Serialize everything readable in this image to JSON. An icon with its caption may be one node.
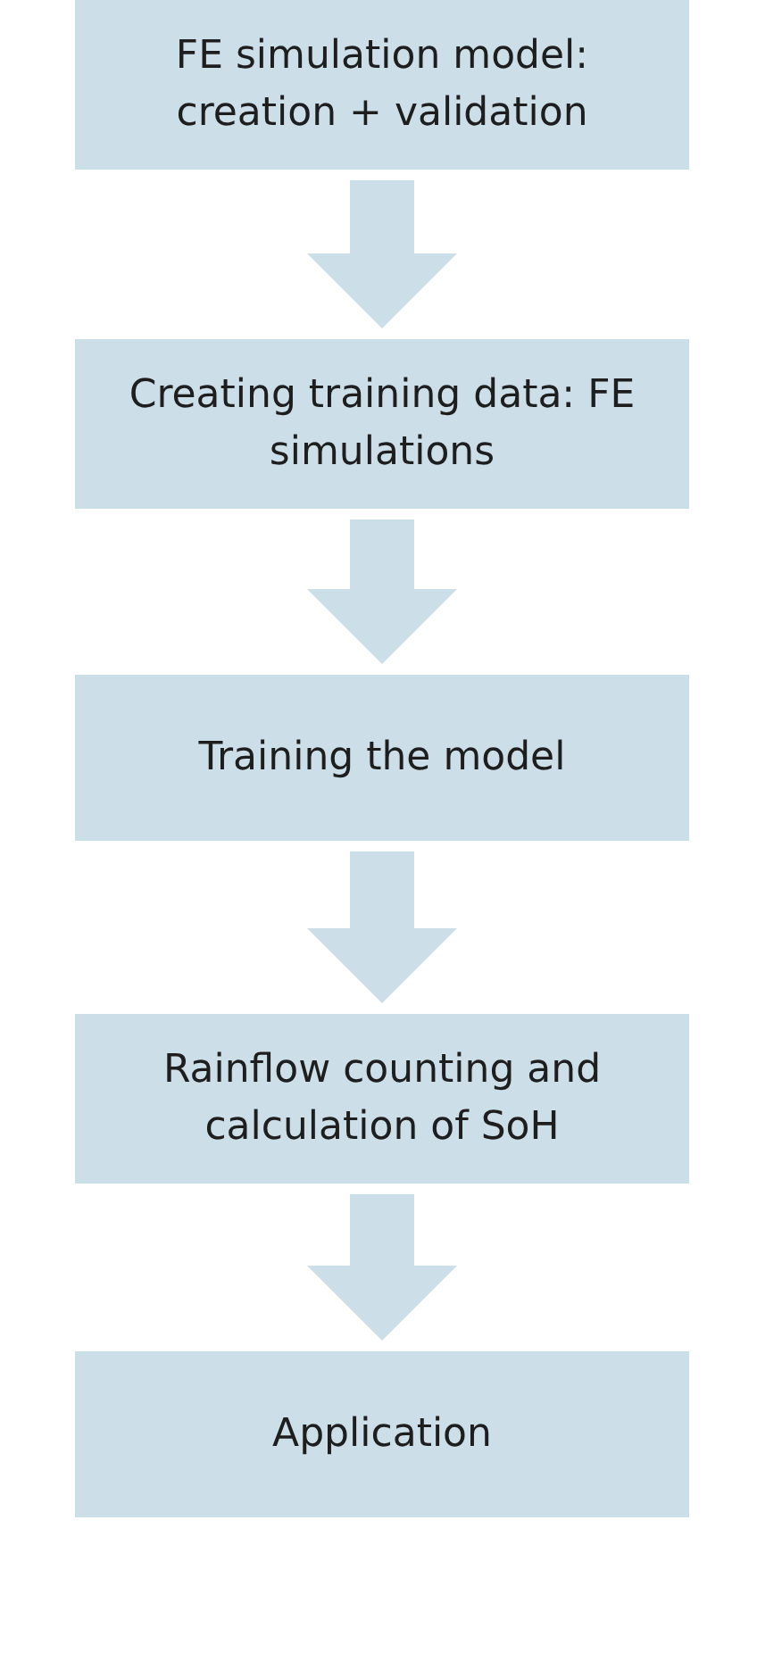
{
  "diagram": {
    "nodes": [
      {
        "text": [
          "FE simulation model: creation + validation"
        ]
      },
      {
        "text": [
          "Creating training data: FE simulations"
        ]
      },
      {
        "text": [
          "Training the model"
        ]
      },
      {
        "text": [
          "Rainflow counting and calculation of SoH"
        ]
      },
      {
        "text": [
          "Application"
        ]
      }
    ],
    "edges": [
      {
        "from": 0,
        "to": 1,
        "arrow": "to"
      },
      {
        "from": 1,
        "to": 2,
        "arrow": "to"
      },
      {
        "from": 2,
        "to": 3,
        "arrow": "to"
      },
      {
        "from": 3,
        "to": 4,
        "arrow": "to"
      }
    ]
  }
}
